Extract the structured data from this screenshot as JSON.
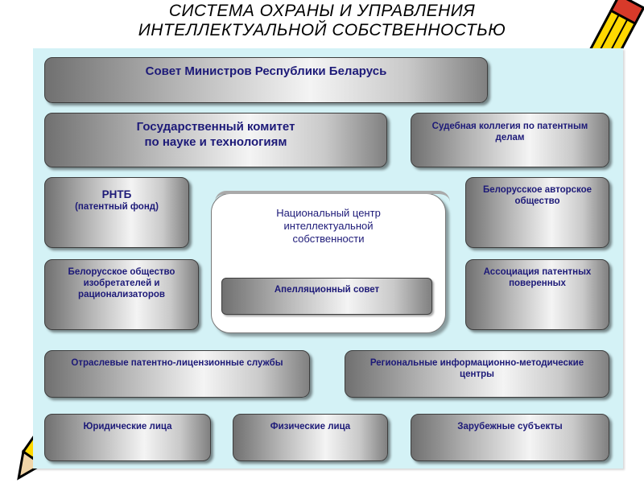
{
  "title": {
    "line1": "СИСТЕМА ОХРАНЫ И УПРАВЛЕНИЯ",
    "line2": "ИНТЕЛЛЕКТУАЛЬНОЙ СОБСТВЕННОСТЬЮ"
  },
  "nodes": {
    "council": "Совет Министров Республики Беларусь",
    "state_committee": [
      "Государственный комитет",
      "по науке и технологиям"
    ],
    "judicial": [
      "Судебная коллегия по патентным",
      "делам"
    ],
    "rntb": [
      "РНТБ",
      "(патентный фонд)"
    ],
    "national_center": [
      "Национальный центр",
      "интеллектуальной",
      "собственности"
    ],
    "appeal_council": "Апелляционный совет",
    "author_society": [
      "Белорусское авторское",
      "общество"
    ],
    "inventors_society": [
      "Белорусское общество",
      "изобретателей и",
      "рационализаторов"
    ],
    "patent_attorneys": [
      "Ассоциация патентных",
      "поверенных"
    ],
    "sector_services": "Отраслевые патентно-лицензионные службы",
    "regional_centers": [
      "Региональные информационно-методические",
      "центры"
    ],
    "legal_entities": "Юридические лица",
    "individuals": "Физические лица",
    "foreign_subjects": "Зарубежные субъекты"
  },
  "colors": {
    "panel": "#d4f2f6",
    "text": "#1d1a78",
    "pencil_yellow": "#ffd800",
    "pencil_red": "#e03a2a"
  }
}
